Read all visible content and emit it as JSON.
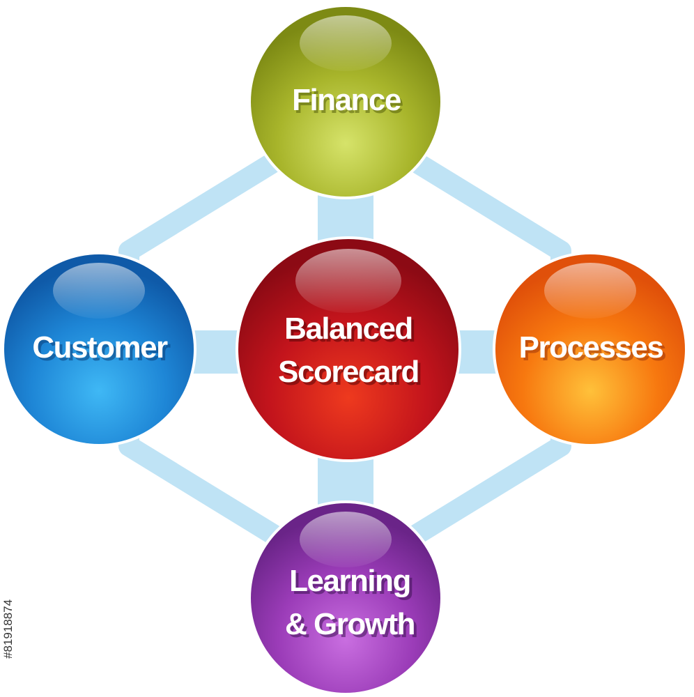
{
  "diagram": {
    "center": {
      "lines": [
        "Balanced",
        "Scorecard"
      ],
      "color": "#c1121b"
    },
    "nodes": {
      "top": {
        "lines": [
          "Finance"
        ],
        "color": "#a7b52a"
      },
      "left": {
        "lines": [
          "Customer"
        ],
        "color": "#1f86d6"
      },
      "right": {
        "lines": [
          "Processes"
        ],
        "color": "#f56c0a"
      },
      "bottom": {
        "lines": [
          "Learning",
          "& Growth"
        ],
        "color": "#9b3cb8"
      }
    },
    "connector_color": "#bfe3f5"
  },
  "watermark": {
    "stock_id": "#81918874"
  }
}
